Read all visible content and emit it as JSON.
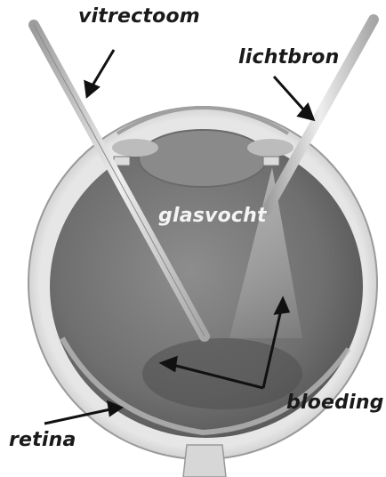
{
  "labels": {
    "vitrectoom": "vitrectoom",
    "lichtbron": "lichtbron",
    "glasvocht": "glasvocht",
    "bloeding": "bloeding",
    "retina": "retina"
  },
  "colors": {
    "background": "#ffffff",
    "label_text": "#1a1a1a",
    "label_text_inner": "#f4f4f4",
    "eye_wall": "#d9d9d9",
    "vitreous": "#7a7a7a",
    "instrument": "#cfcfcf",
    "arrow": "#111111"
  }
}
